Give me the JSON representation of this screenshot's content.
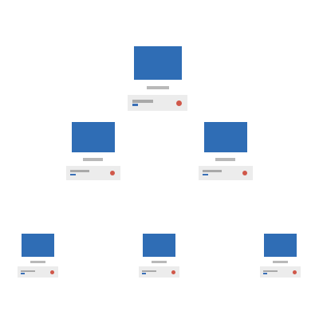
{
  "diagram": {
    "description_visible_text": "",
    "computers": [
      {
        "label": "",
        "level": "top"
      },
      {
        "label": "",
        "level": "middle"
      },
      {
        "label": "",
        "level": "middle"
      },
      {
        "label": "",
        "level": "bottom"
      },
      {
        "label": "",
        "level": "bottom"
      },
      {
        "label": "",
        "level": "bottom"
      }
    ],
    "colors": {
      "screen": "#2f6db5",
      "stand": "#b9b9b9",
      "base": "#ececec",
      "slot": "#a9a9a9",
      "indicator_blue": "#3a6fb6",
      "indicator_red": "#d0584a"
    },
    "icon": "desktop-computer-icon"
  }
}
